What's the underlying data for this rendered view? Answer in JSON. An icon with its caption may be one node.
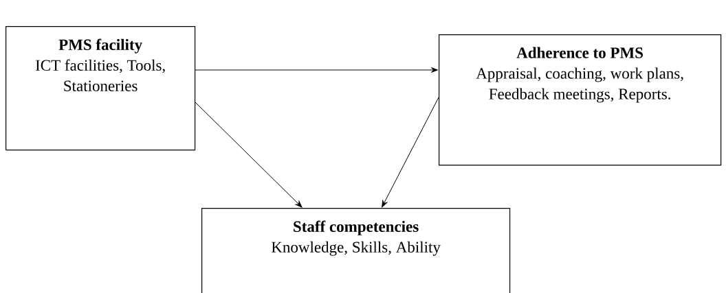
{
  "diagram": {
    "nodes": [
      {
        "text": [
          "PMS facility",
          "ICT facilities, Tools, Stationeries"
        ]
      },
      {
        "text": [
          "Adherence to PMS",
          "Appraisal, coaching, work plans, Feedback meetings, Reports."
        ]
      },
      {
        "text": [
          "Staff competencies",
          "Knowledge, Skills, Ability"
        ]
      }
    ],
    "edges": [
      {
        "from": 0,
        "to": 1,
        "arrow": "to"
      },
      {
        "from": 0,
        "to": 2,
        "arrow": "to"
      },
      {
        "from": 1,
        "to": 2,
        "arrow": "to"
      }
    ]
  }
}
